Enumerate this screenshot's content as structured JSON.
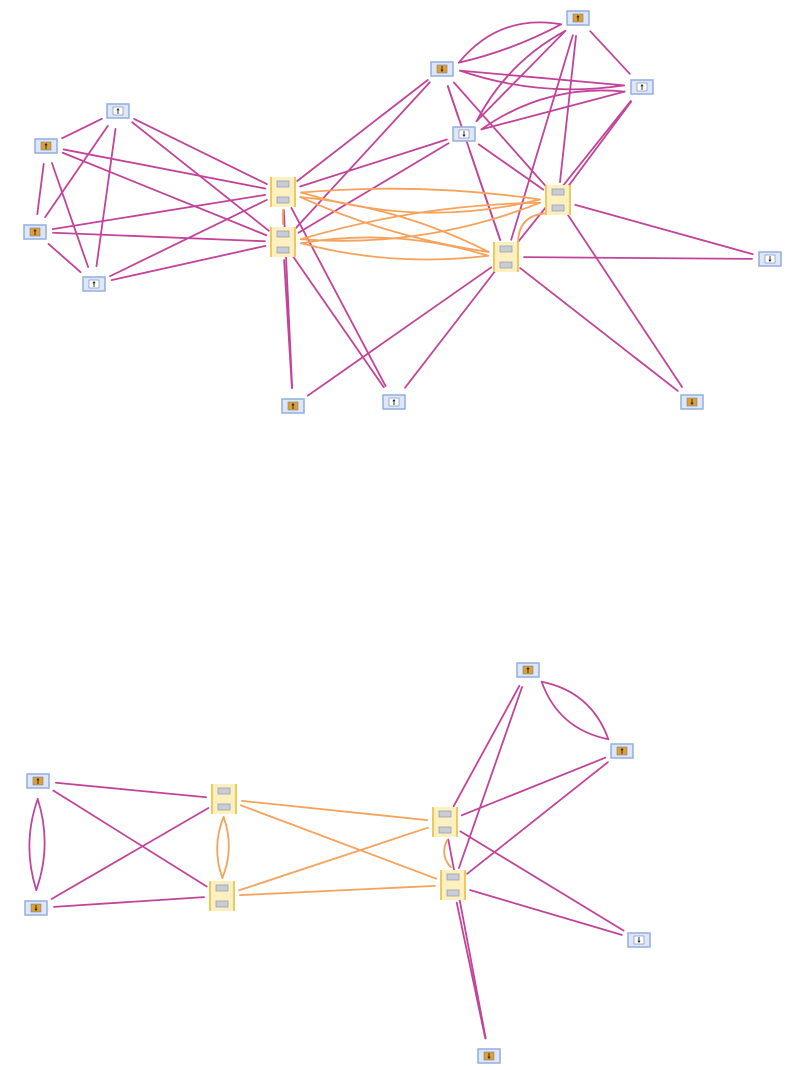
{
  "colors": {
    "magenta_edge": "#c2449a",
    "orange_edge": "#f5a25b",
    "leaf_fill": "#dde7f7",
    "leaf_border": "#93aee0",
    "leaf_core_filled": "#e0a030",
    "leaf_core_empty": "#ffffff",
    "hub_fill": "#fdf0c0",
    "hub_border": "#f0c860",
    "hub_slot": "#c8ccd4"
  },
  "diagrams": [
    {
      "id": "top",
      "nodes": [
        {
          "id": "t1",
          "kind": "leaf",
          "variant": "filled",
          "icon": "arrow-up-icon"
        },
        {
          "id": "t2",
          "kind": "leaf",
          "variant": "filled",
          "icon": "arrow-down-icon"
        },
        {
          "id": "t3",
          "kind": "leaf",
          "variant": "empty",
          "icon": "arrow-up-icon"
        },
        {
          "id": "t4",
          "kind": "leaf",
          "variant": "empty",
          "icon": "arrow-down-icon"
        },
        {
          "id": "t5",
          "kind": "leaf",
          "variant": "empty",
          "icon": "arrow-up-icon"
        },
        {
          "id": "t6",
          "kind": "leaf",
          "variant": "filled",
          "icon": "arrow-up-icon"
        },
        {
          "id": "t7",
          "kind": "leaf",
          "variant": "filled",
          "icon": "arrow-up-icon"
        },
        {
          "id": "t8",
          "kind": "leaf",
          "variant": "empty",
          "icon": "arrow-up-icon"
        },
        {
          "id": "t9",
          "kind": "hub"
        },
        {
          "id": "t10",
          "kind": "hub"
        },
        {
          "id": "t11",
          "kind": "hub"
        },
        {
          "id": "t12",
          "kind": "hub"
        },
        {
          "id": "t13",
          "kind": "leaf",
          "variant": "empty",
          "icon": "arrow-down-icon"
        },
        {
          "id": "t14",
          "kind": "leaf",
          "variant": "filled",
          "icon": "arrow-up-icon"
        },
        {
          "id": "t15",
          "kind": "leaf",
          "variant": "empty",
          "icon": "arrow-up-icon"
        },
        {
          "id": "t16",
          "kind": "leaf",
          "variant": "filled",
          "icon": "arrow-down-icon"
        }
      ]
    },
    {
      "id": "bottom",
      "nodes": [
        {
          "id": "b1",
          "kind": "leaf",
          "variant": "filled",
          "icon": "arrow-up-icon"
        },
        {
          "id": "b2",
          "kind": "leaf",
          "variant": "filled",
          "icon": "arrow-up-icon"
        },
        {
          "id": "b3",
          "kind": "leaf",
          "variant": "filled",
          "icon": "arrow-up-icon"
        },
        {
          "id": "b4",
          "kind": "leaf",
          "variant": "filled",
          "icon": "arrow-down-icon"
        },
        {
          "id": "b5",
          "kind": "hub"
        },
        {
          "id": "b6",
          "kind": "hub"
        },
        {
          "id": "b7",
          "kind": "hub"
        },
        {
          "id": "b8",
          "kind": "hub"
        },
        {
          "id": "b9",
          "kind": "leaf",
          "variant": "empty",
          "icon": "arrow-down-icon"
        },
        {
          "id": "b10",
          "kind": "leaf",
          "variant": "filled",
          "icon": "arrow-down-icon"
        }
      ]
    }
  ]
}
